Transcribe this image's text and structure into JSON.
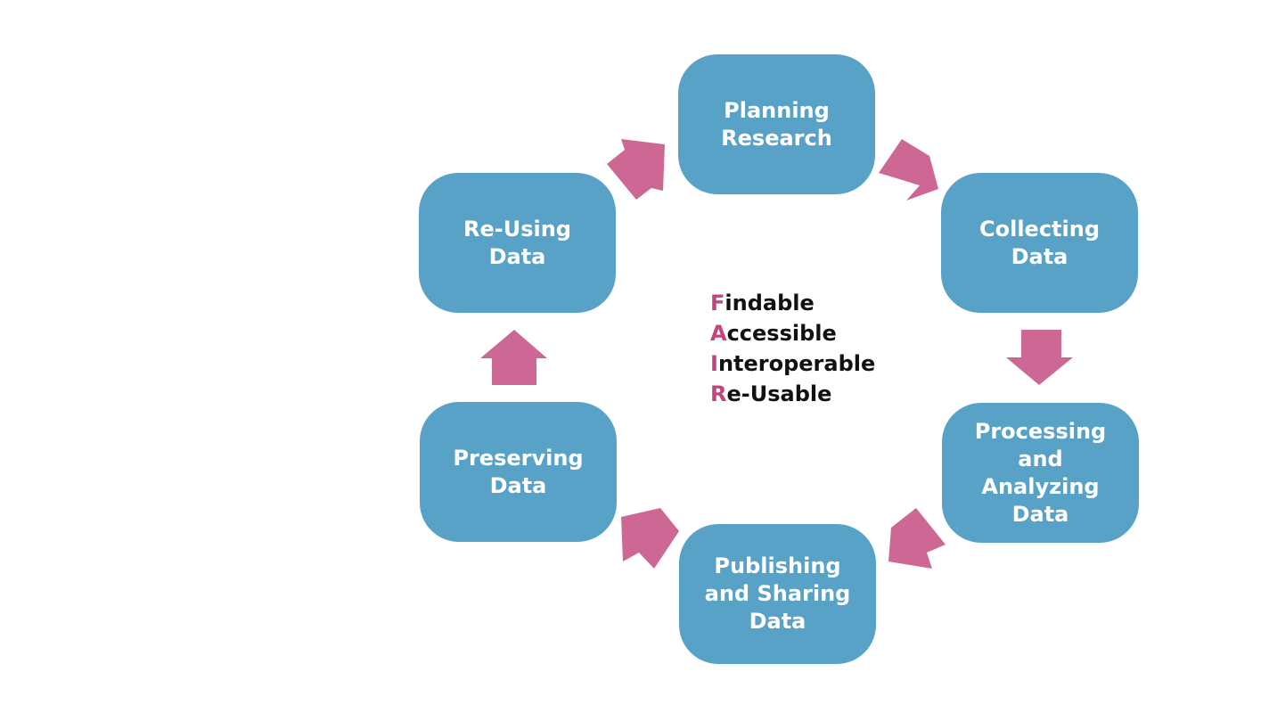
{
  "colors": {
    "box_fill": "#58a1c7",
    "box_text": "#ffffff",
    "arrow_fill": "#cd6895",
    "fair_initial": "#c2447d",
    "fair_text": "#111111",
    "background": "#ffffff"
  },
  "cycle": {
    "stages": [
      "Planning\nResearch",
      "Collecting\nData",
      "Processing\nand\nAnalyzing\nData",
      "Publishing\nand Sharing\nData",
      "Preserving\nData",
      "Re-Using\nData"
    ]
  },
  "fair": [
    {
      "initial": "F",
      "rest": "indable"
    },
    {
      "initial": "A",
      "rest": "ccessible"
    },
    {
      "initial": "I",
      "rest": "nteroperable"
    },
    {
      "initial": "R",
      "rest": "e-Usable"
    }
  ]
}
